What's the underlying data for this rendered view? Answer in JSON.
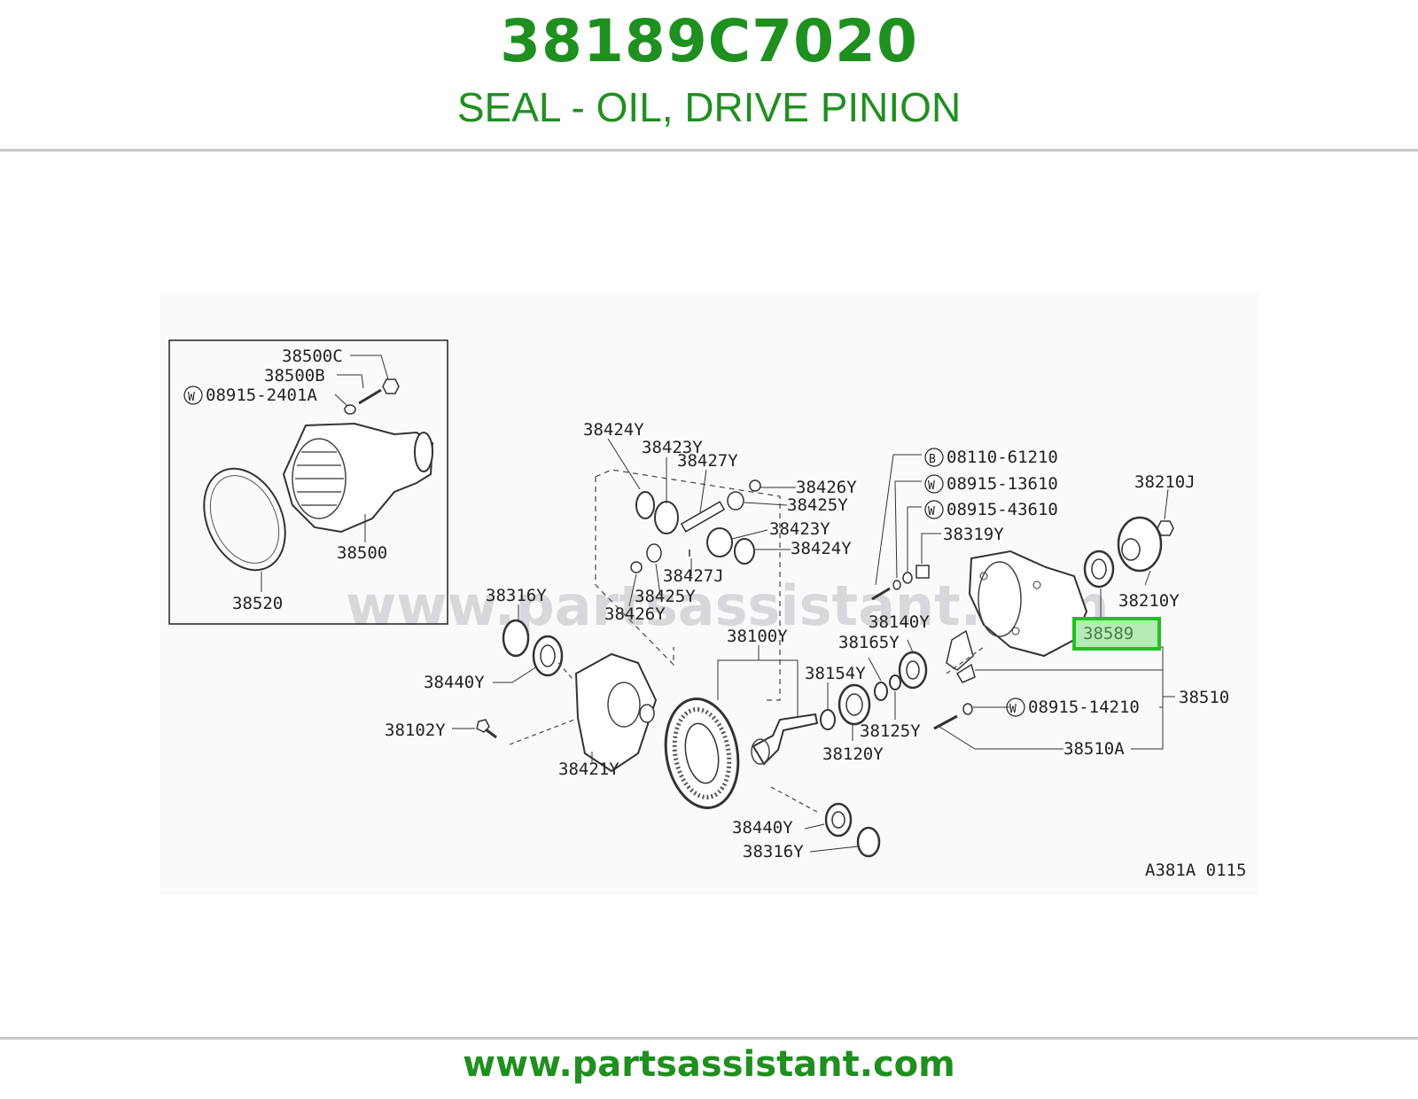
{
  "header": {
    "part_number": "38189C7020",
    "part_description": "SEAL - OIL, DRIVE PINION"
  },
  "diagram": {
    "watermark": "www.partsassistant.com",
    "figure_code": "A381A 0115",
    "highlighted_callout": "38589",
    "inset_labels": {
      "c1": "38500C",
      "c2": "38500B",
      "c3": "08915-2401A",
      "c4": "38500",
      "c5": "38520"
    },
    "labels": {
      "l01": "38424Y",
      "l02": "38423Y",
      "l03": "38427Y",
      "l04": "38426Y",
      "l05": "38425Y",
      "l06": "38423Y",
      "l07": "38424Y",
      "l08": "38427J",
      "l09": "38425Y",
      "l10": "38426Y",
      "l11": "38316Y",
      "l12": "38440Y",
      "l13": "38102Y",
      "l14": "38421Y",
      "l15": "38100Y",
      "l16": "38440Y",
      "l17": "38316Y",
      "l18": "08110-61210",
      "l19": "08915-13610",
      "l20": "08915-43610",
      "l21": "38319Y",
      "l22": "38140Y",
      "l23": "38165Y",
      "l24": "38154Y",
      "l25": "38125Y",
      "l26": "38120Y",
      "l27": "38210J",
      "l28": "38210Y",
      "l29": "38510",
      "l30": "08915-14210",
      "l31": "38510A"
    },
    "circle_prefixes": {
      "w": "W",
      "b": "B"
    }
  },
  "footer": {
    "url": "www.partsassistant.com"
  },
  "colors": {
    "brand_green": "#1f8f1f",
    "highlight_box": "#22c022",
    "highlight_fill": "#b5ecb5"
  }
}
